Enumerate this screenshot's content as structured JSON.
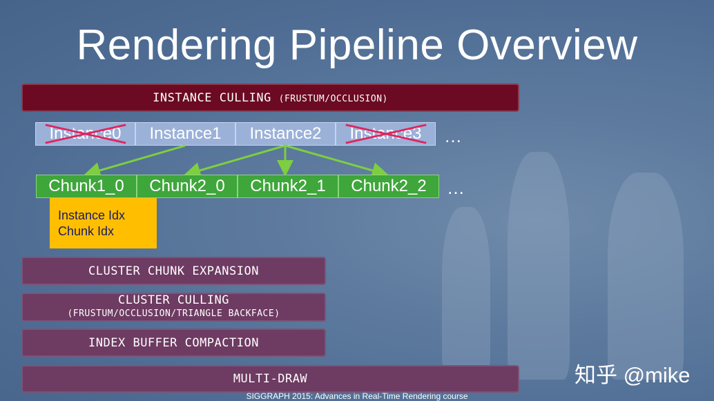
{
  "slide": {
    "title": "Rendering Pipeline Overview",
    "footer": "SIGGRAPH 2015: Advances in Real-Time Rendering course",
    "watermark": "知乎 @mike"
  },
  "stages": {
    "instance_culling": {
      "main": "INSTANCE CULLING",
      "sub": "(FRUSTUM/OCCLUSION)"
    },
    "cluster_chunk_expansion": "CLUSTER CHUNK EXPANSION",
    "cluster_culling": {
      "main": "CLUSTER CULLING",
      "sub": "(FRUSTUM/OCCLUSION/TRIANGLE BACKFACE)"
    },
    "index_buffer_compaction": "INDEX BUFFER COMPACTION",
    "multi_draw": "MULTI-DRAW"
  },
  "instances": [
    {
      "label": "Instance0",
      "culled": true
    },
    {
      "label": "Instance1",
      "culled": false
    },
    {
      "label": "Instance2",
      "culled": false
    },
    {
      "label": "Instance3",
      "culled": true
    }
  ],
  "chunks": [
    {
      "label": "Chunk1_0"
    },
    {
      "label": "Chunk2_0"
    },
    {
      "label": "Chunk2_1"
    },
    {
      "label": "Chunk2_2"
    }
  ],
  "ellipsis": "…",
  "note": {
    "line1": "Instance Idx",
    "line2": "Chunk Idx"
  },
  "colors": {
    "instance_culling_bar": "#6b0a22",
    "stage_bar": "#6e3b62",
    "instance_cell": "#9bb1d8",
    "chunk_cell": "#3ea63a",
    "arrow": "#7dcf3f",
    "cull_cross": "#e0245e",
    "note": "#ffbf00"
  }
}
